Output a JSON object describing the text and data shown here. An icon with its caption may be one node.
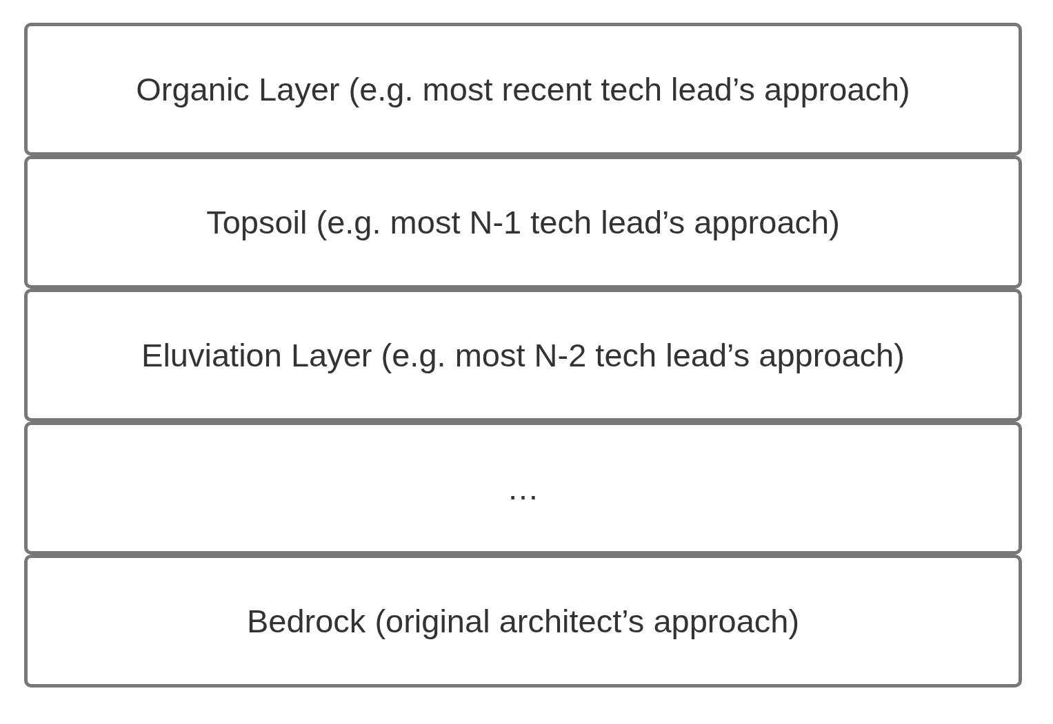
{
  "diagram": {
    "nodes": [
      {
        "text": [
          "Organic Layer (e.g. most recent tech lead’s approach)"
        ]
      },
      {
        "text": [
          "Topsoil (e.g. most N-1 tech lead’s approach)"
        ]
      },
      {
        "text": [
          "Eluviation Layer (e.g. most N-2 tech lead’s approach)"
        ]
      },
      {
        "text": [
          "…"
        ]
      },
      {
        "text": [
          "Bedrock (original architect’s approach)"
        ]
      }
    ]
  }
}
